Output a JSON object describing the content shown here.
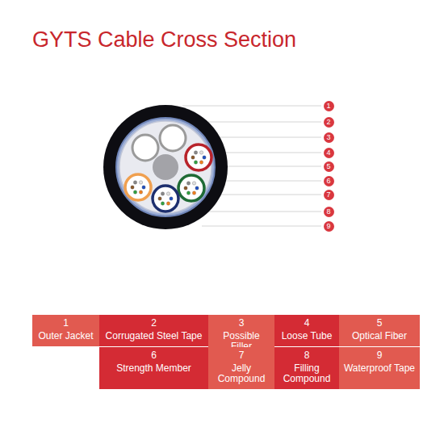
{
  "diagram": {
    "title": "GYTS Cable Cross Section",
    "nodes": [
      {
        "text": [
          "1"
        ]
      },
      {
        "text": [
          "2"
        ]
      },
      {
        "text": [
          "3"
        ]
      },
      {
        "text": [
          "4"
        ]
      },
      {
        "text": [
          "5"
        ]
      },
      {
        "text": [
          "6"
        ]
      },
      {
        "text": [
          "7"
        ]
      },
      {
        "text": [
          "8"
        ]
      },
      {
        "text": [
          "9"
        ]
      },
      {
        "text": [
          "1",
          "Outer Jacket"
        ]
      },
      {
        "text": [
          "2",
          "Corrugated Steel Tape"
        ]
      },
      {
        "text": [
          "3",
          "Possible Filler"
        ]
      },
      {
        "text": [
          "4",
          "Loose Tube"
        ]
      },
      {
        "text": [
          "5",
          "Optical Fiber"
        ]
      },
      {
        "text": [
          "6",
          "Strength Member"
        ]
      },
      {
        "text": [
          "7",
          "Jelly Compound"
        ]
      },
      {
        "text": [
          "8",
          "Filling Compound"
        ]
      },
      {
        "text": [
          "9",
          "Waterproof Tape"
        ]
      }
    ]
  }
}
